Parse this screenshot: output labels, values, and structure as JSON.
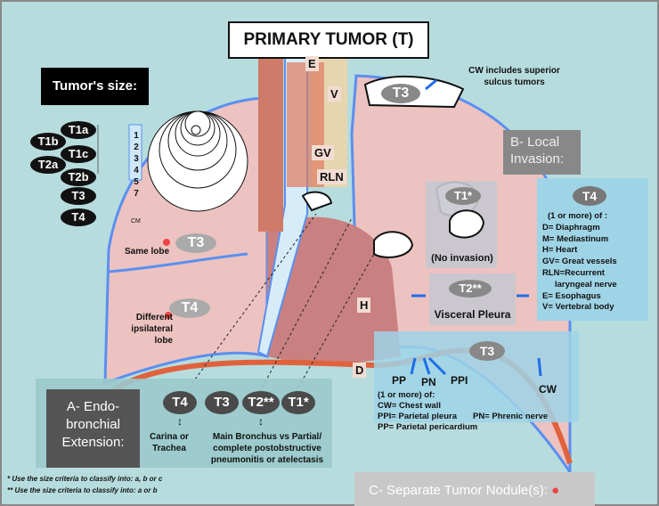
{
  "title": "PRIMARY TUMOR (T)",
  "tumor_size": {
    "heading": "Tumor's size:",
    "stages": [
      "T1a",
      "T1b",
      "T1c",
      "T2a",
      "T2b",
      "T3",
      "T4"
    ],
    "ruler": [
      "1",
      "2",
      "3",
      "4",
      "5",
      "7"
    ],
    "ruler_unit": "CM"
  },
  "anatomy_labels": {
    "E": "E",
    "V": "V",
    "GV": "GV",
    "RLN": "RLN",
    "H": "H",
    "D": "D",
    "PP": "PP",
    "PN": "PN",
    "PPI": "PPI",
    "CW": "CW"
  },
  "cw_note": "CW includes superior sulcus tumors",
  "apex_stage": "T3",
  "nodules": {
    "same_lobe": {
      "stage": "T3",
      "label": "Same lobe"
    },
    "different_lobe": {
      "stage": "T4",
      "label": "Different ipsilateral lobe"
    }
  },
  "local_invasion": {
    "heading": "B- Local Invasion:",
    "t1": {
      "stage": "T1*",
      "label": "(No invasion)"
    },
    "t2": {
      "stage": "T2**",
      "label": "Visceral Pleura"
    },
    "t4": {
      "stage": "T4",
      "intro": "(1 or more) of :",
      "items": [
        "D= Diaphragm",
        "M= Mediastinum",
        "H= Heart",
        "GV= Great vessels",
        "RLN=Recurrent",
        "laryngeal nerve",
        "E= Esophagus",
        "V= Vertebral body"
      ]
    },
    "t3": {
      "stage": "T3",
      "intro": "(1 or more) of:",
      "items": [
        "CW= Chest wall",
        "PPI= Parietal pleura",
        "PN= Phrenic nerve",
        "PP= Parietal pericardium"
      ]
    }
  },
  "endobronchial": {
    "heading": "A- Endo-bronchial Extension:",
    "stages": [
      "T4",
      "T3",
      "T2**",
      "T1*"
    ],
    "t4_label": "Carina or Trachea",
    "t2_label": "Main Bronchus vs Partial/ complete postobstructive pneumonitis or atelectasis"
  },
  "separate_nodule": "C- Separate Tumor Nodule(s):",
  "footnotes": [
    "*  Use the size criteria to classify into: a, b or c",
    "** Use the size criteria to classify into: a or b"
  ],
  "colors": {
    "background": "#b7dcde",
    "lung": "#ecc3c0",
    "pleura": "#5b8ff0",
    "diaphragm": "#e0623d",
    "heart": "#c98080",
    "nodule_dot": "#ee4444"
  }
}
